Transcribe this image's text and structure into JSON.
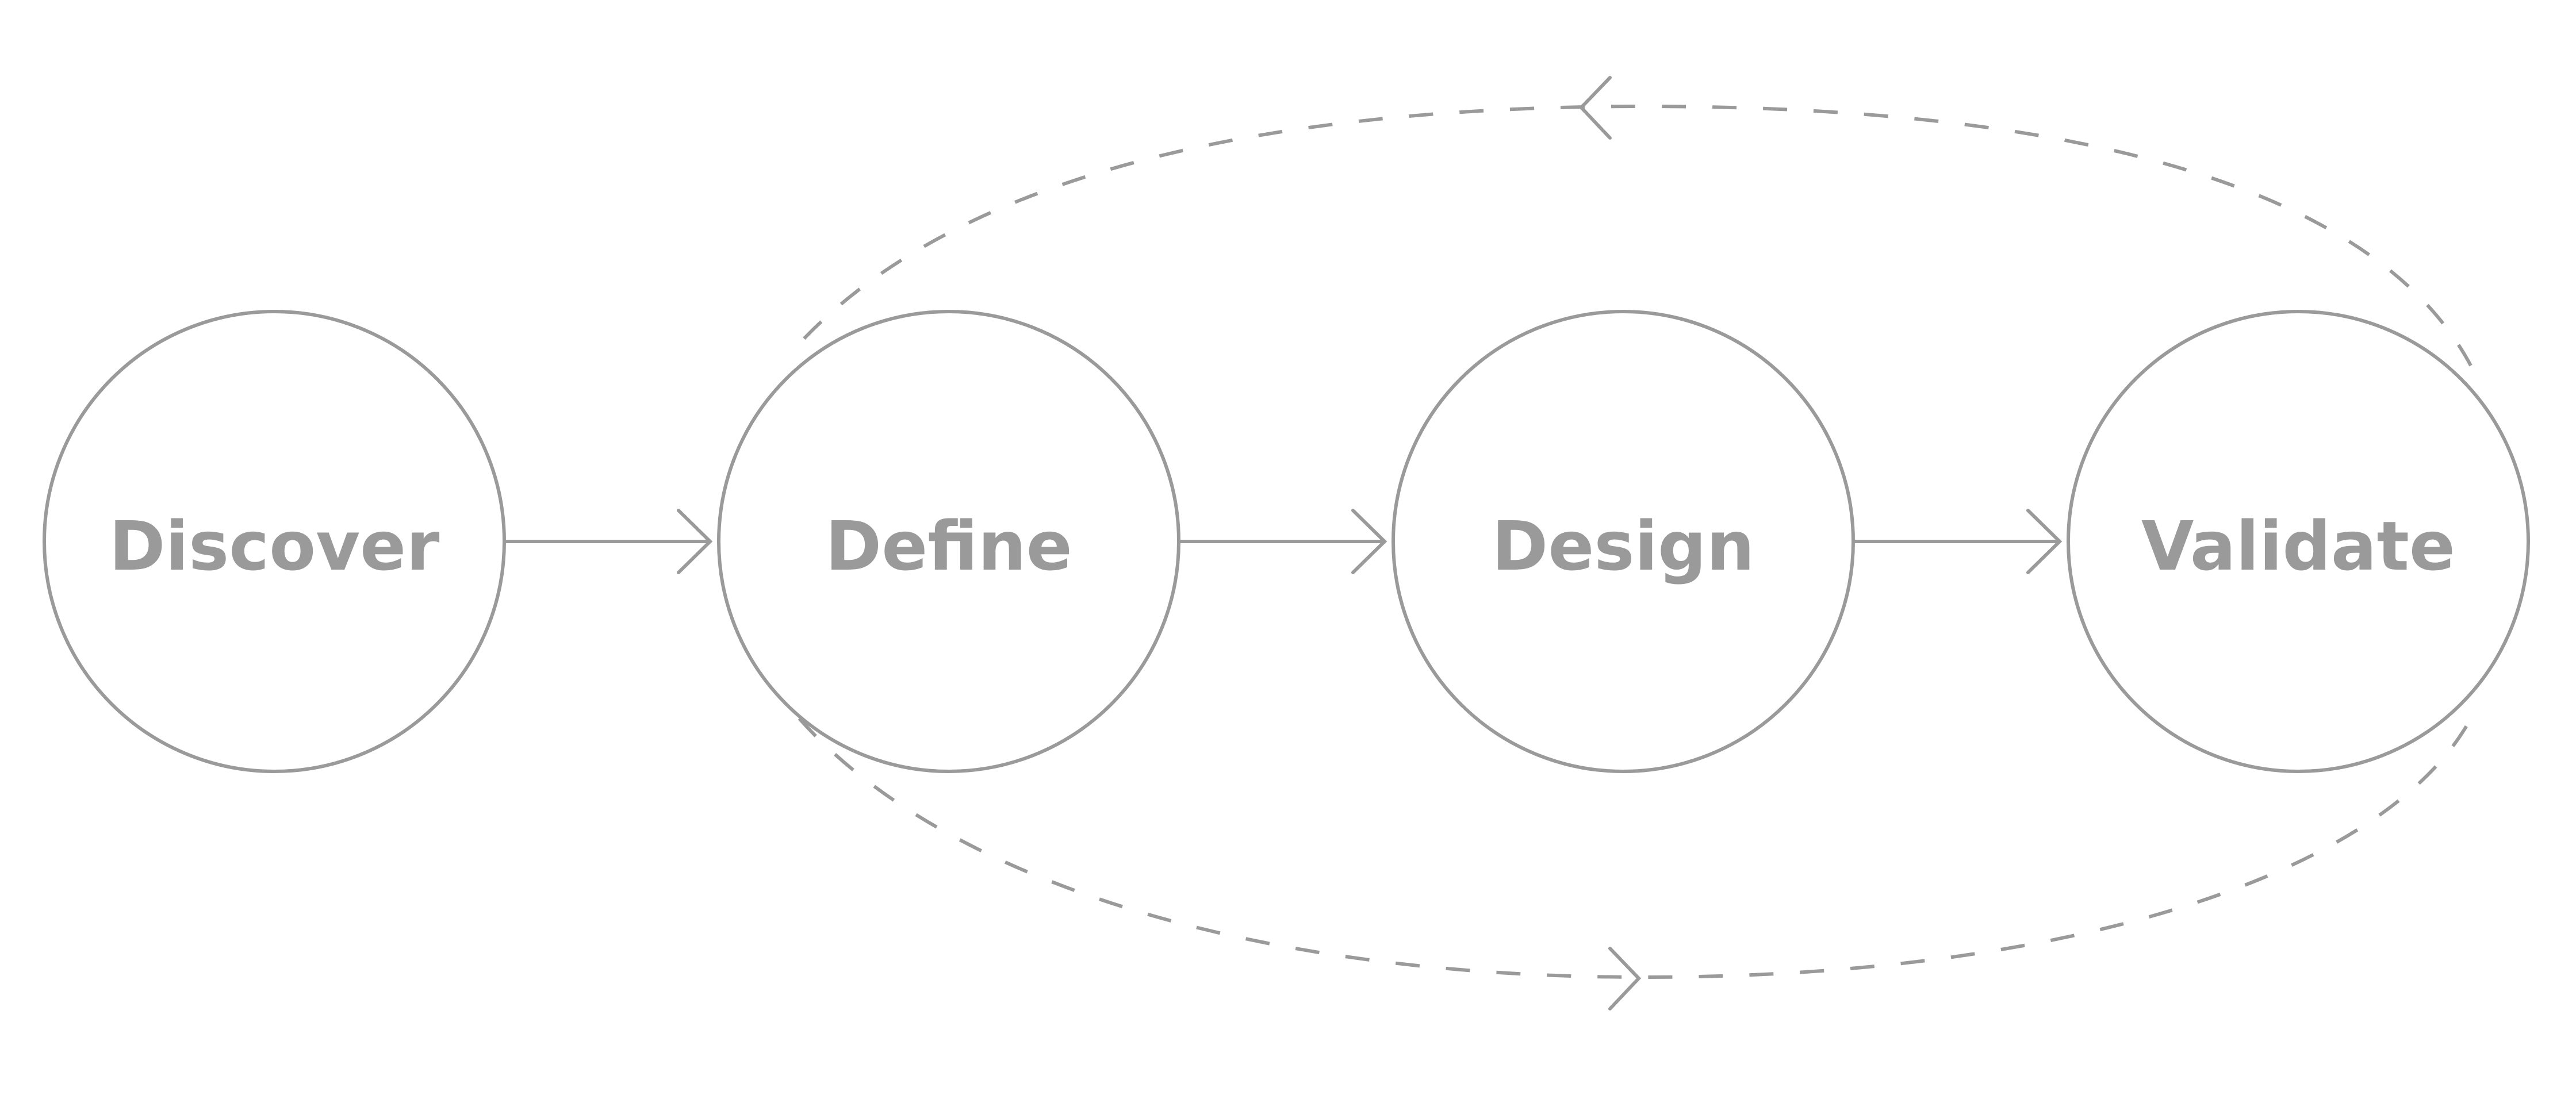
{
  "stages": [
    {
      "id": "discover",
      "label": "Discover"
    },
    {
      "id": "define",
      "label": "Define"
    },
    {
      "id": "design",
      "label": "Design"
    },
    {
      "id": "validate",
      "label": "Validate"
    }
  ],
  "connections": [
    {
      "from": "discover",
      "to": "define",
      "style": "solid",
      "icon": "arrow-right-icon"
    },
    {
      "from": "define",
      "to": "design",
      "style": "solid",
      "icon": "arrow-right-icon"
    },
    {
      "from": "design",
      "to": "validate",
      "style": "solid",
      "icon": "arrow-right-icon"
    },
    {
      "from": "validate",
      "to": "define",
      "style": "dashed",
      "route": "top",
      "icon": "arrow-left-icon"
    },
    {
      "from": "define",
      "to": "validate",
      "style": "dashed",
      "route": "bottom",
      "icon": "arrow-right-icon"
    }
  ],
  "colors": {
    "stroke": "#9a9a9a",
    "text": "#9a9a9a",
    "background": "#ffffff"
  }
}
